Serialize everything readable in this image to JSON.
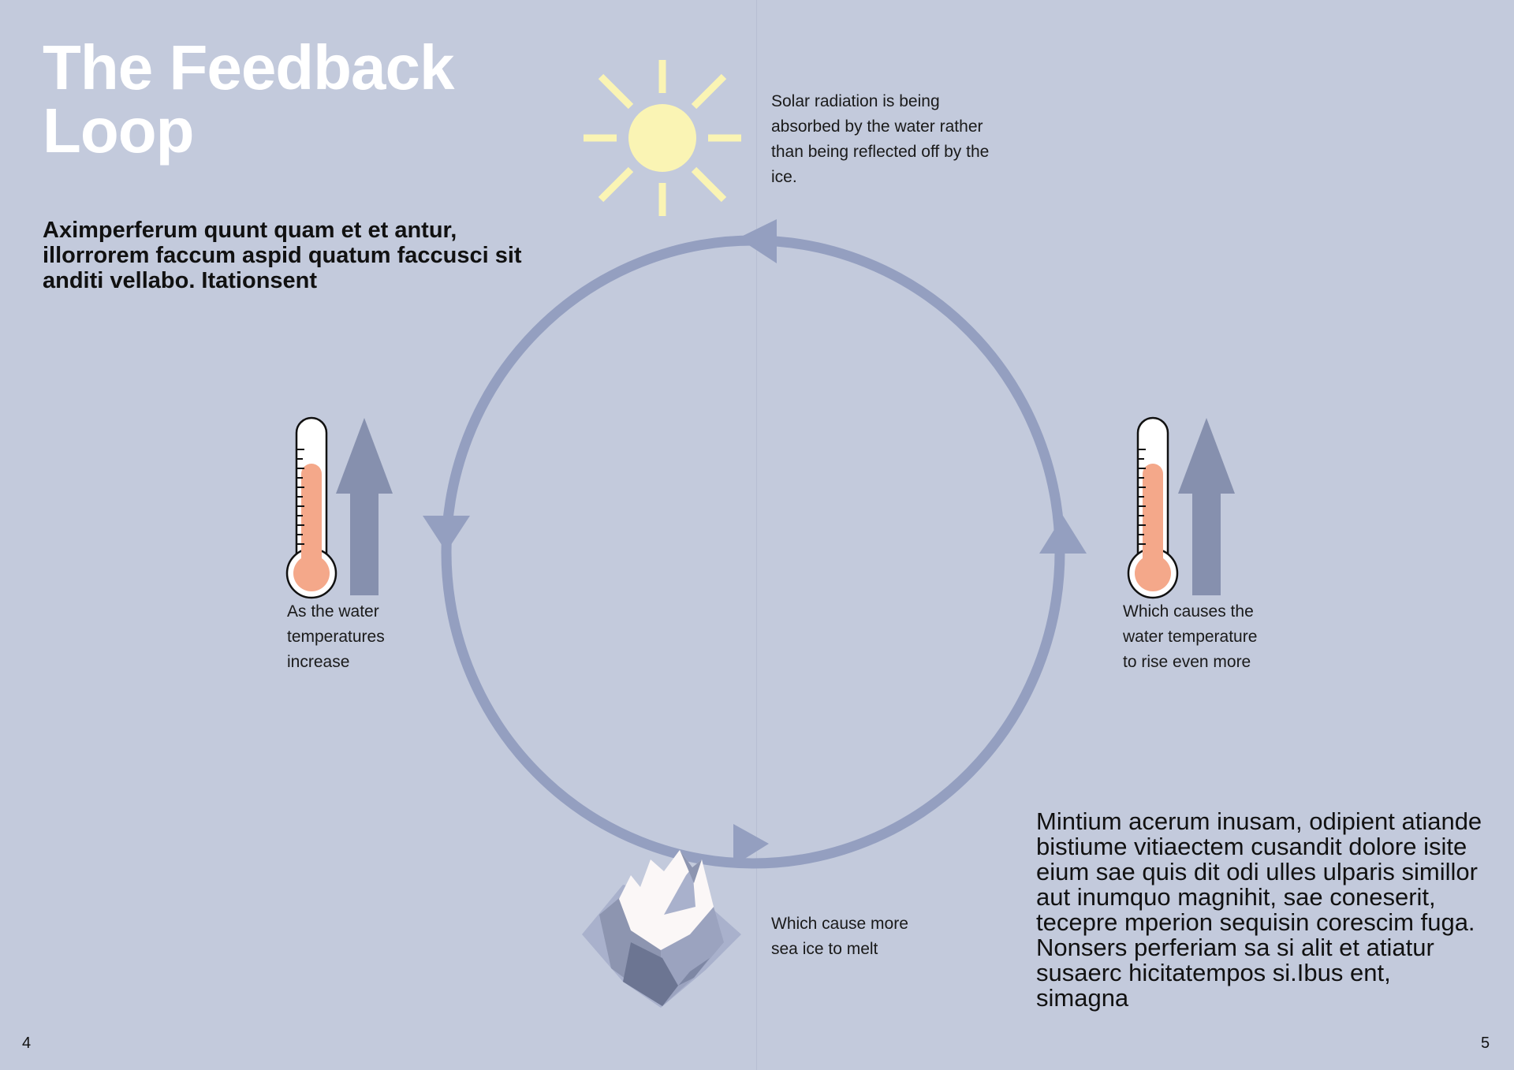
{
  "title": "The Feedback Loop",
  "lead": "Aximperferum quunt quam et et antur, illorrorem faccum aspid quatum faccusci sit anditi vellabo. Itationsent",
  "body_text": "Mintium acerum inusam, odipient atiande bistiume vitiaectem cusandit dolore isite eium sae quis dit odi ulles ulparis simillor aut inumquo magnihit, sae coneserit, tecepre mperion sequisin corescim fuga. Nonsers perferiam sa si alit et atiatur susaerc hicitatempos si.Ibus ent, simagna",
  "captions": {
    "sun": "Solar radiation is being absorbed by the water rather than being reflected off by the ice.",
    "left": "As the water temperatures increase",
    "right": "Which causes the water temperature to rise even more",
    "ice": "Which cause more sea ice to melt"
  },
  "page_numbers": {
    "left": "4",
    "right": "5"
  },
  "colors": {
    "background": "#c3cadc",
    "loop": "#949fc0",
    "sun": "#faf4b4",
    "thermometer_fill": "#f4a88a",
    "rising_arrow": "#8690ae",
    "title": "#ffffff"
  },
  "icons": [
    "sun-icon",
    "thermometer-icon",
    "up-arrow-icon",
    "iceberg-icon"
  ]
}
